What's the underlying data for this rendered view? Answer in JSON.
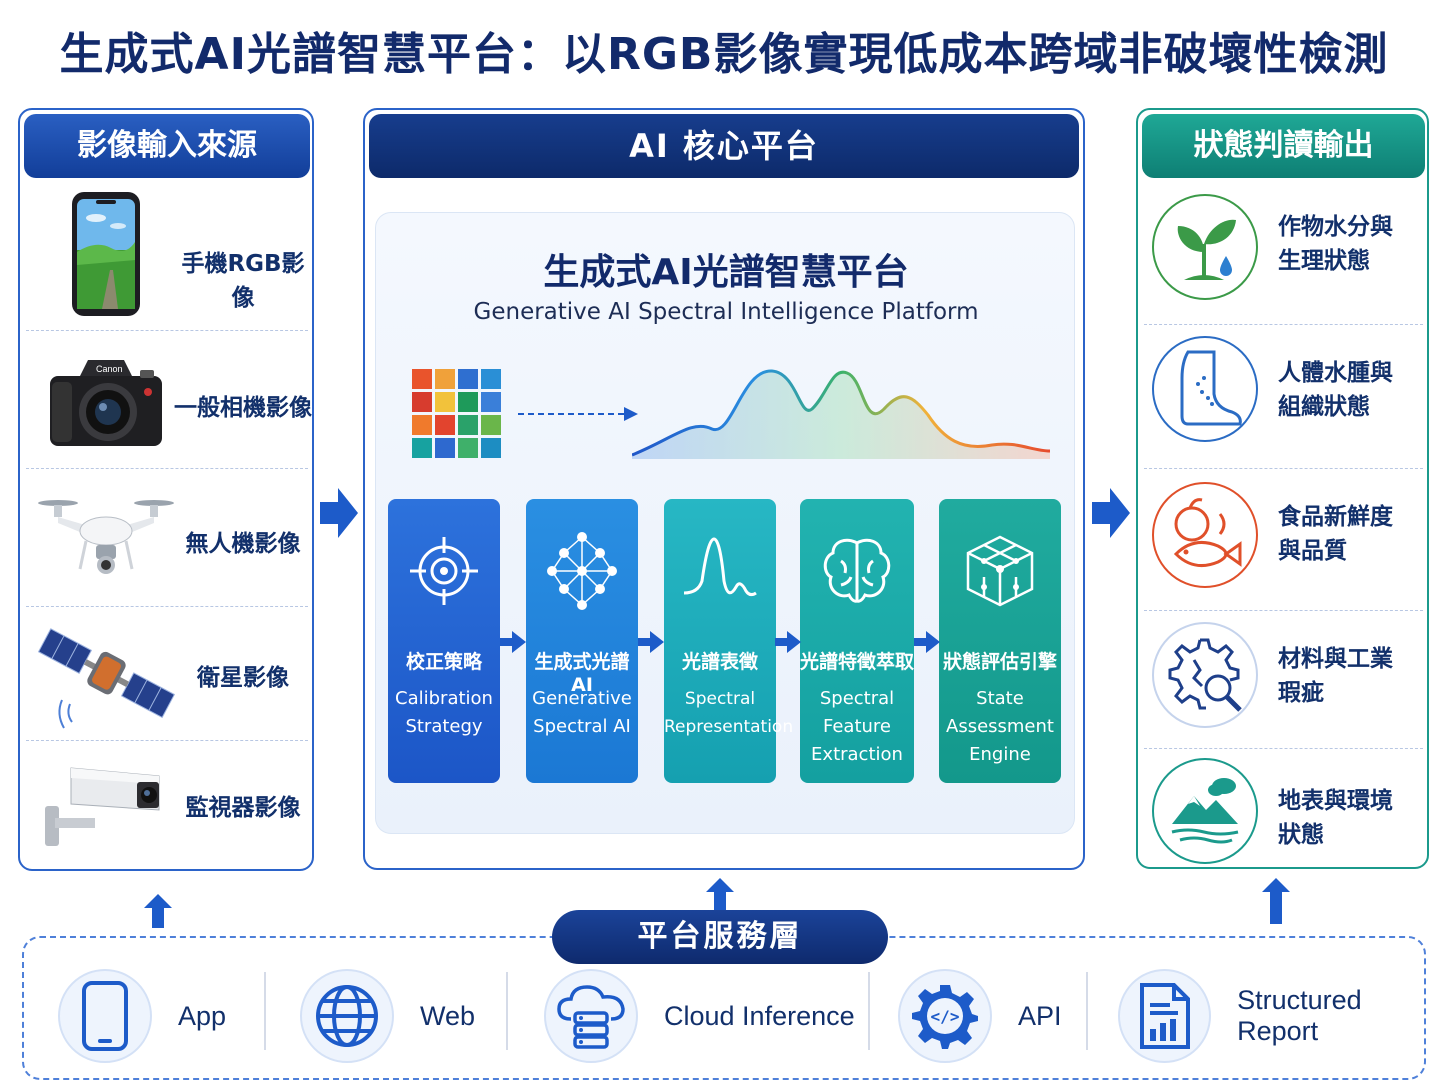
{
  "title": "生成式AI光譜智慧平台：以RGB影像實現低成本跨域非破壞性檢測",
  "left": {
    "header": "影像輸入來源",
    "items": [
      {
        "label": "手機RGB影像",
        "icon": "smartphone-icon"
      },
      {
        "label": "一般相機影像",
        "icon": "camera-icon",
        "brand": "Canon"
      },
      {
        "label": "無人機影像",
        "icon": "drone-icon"
      },
      {
        "label": "衛星影像",
        "icon": "satellite-icon"
      },
      {
        "label": "監視器影像",
        "icon": "cctv-camera-icon"
      }
    ]
  },
  "middle": {
    "header": "AI 核心平台",
    "core_title": "生成式AI光譜智慧平台",
    "core_subtitle": "Generative AI Spectral Intelligence Platform",
    "steps": [
      {
        "zh": "校正策略",
        "en1": "Calibration",
        "en2": "Strategy",
        "en3": "",
        "icon": "target-icon",
        "color": "#1f62d4"
      },
      {
        "zh": "生成式光譜AI",
        "en1": "Generative",
        "en2": "Spectral AI",
        "en3": "",
        "icon": "neural-network-icon",
        "color": "#1b86dc"
      },
      {
        "zh": "光譜表徵",
        "en1": "Spectral",
        "en2": "Representation",
        "en3": "",
        "icon": "waveform-icon",
        "color": "#17a9b8"
      },
      {
        "zh": "光譜特徵萃取",
        "en1": "Spectral",
        "en2": "Feature",
        "en3": "Extraction",
        "icon": "brain-icon",
        "color": "#14a7a6"
      },
      {
        "zh": "狀態評估引擎",
        "en1": "State",
        "en2": "Assessment",
        "en3": "Engine",
        "icon": "cube-network-icon",
        "color": "#13a394"
      }
    ]
  },
  "right": {
    "header": "狀態判讀輸出",
    "items": [
      {
        "line1": "作物水分與",
        "line2": "生理狀態",
        "icon": "plant-water-icon",
        "color": "#3b9a48"
      },
      {
        "line1": "人體水腫與",
        "line2": "組織狀態",
        "icon": "foot-icon",
        "color": "#2b6cc4"
      },
      {
        "line1": "食品新鮮度",
        "line2": "與品質",
        "icon": "fruit-fish-icon",
        "color": "#e0502a"
      },
      {
        "line1": "材料與工業",
        "line2": "瑕疵",
        "icon": "gear-crack-icon",
        "color": "#1e3f8a"
      },
      {
        "line1": "地表與環境",
        "line2": "狀態",
        "icon": "mountain-lake-icon",
        "color": "#1b9a8c"
      }
    ]
  },
  "services": {
    "header": "平台服務層",
    "items": [
      {
        "label": "App",
        "icon": "phone-icon"
      },
      {
        "label": "Web",
        "icon": "globe-icon"
      },
      {
        "label": "Cloud Inference",
        "icon": "cloud-server-icon"
      },
      {
        "label": "API",
        "icon": "api-gear-icon"
      },
      {
        "label": "Structured Report",
        "icon": "report-icon"
      }
    ]
  },
  "colors": {
    "primary": "#2b63c9",
    "navy": "#122a6b",
    "teal": "#1b9a8c"
  }
}
